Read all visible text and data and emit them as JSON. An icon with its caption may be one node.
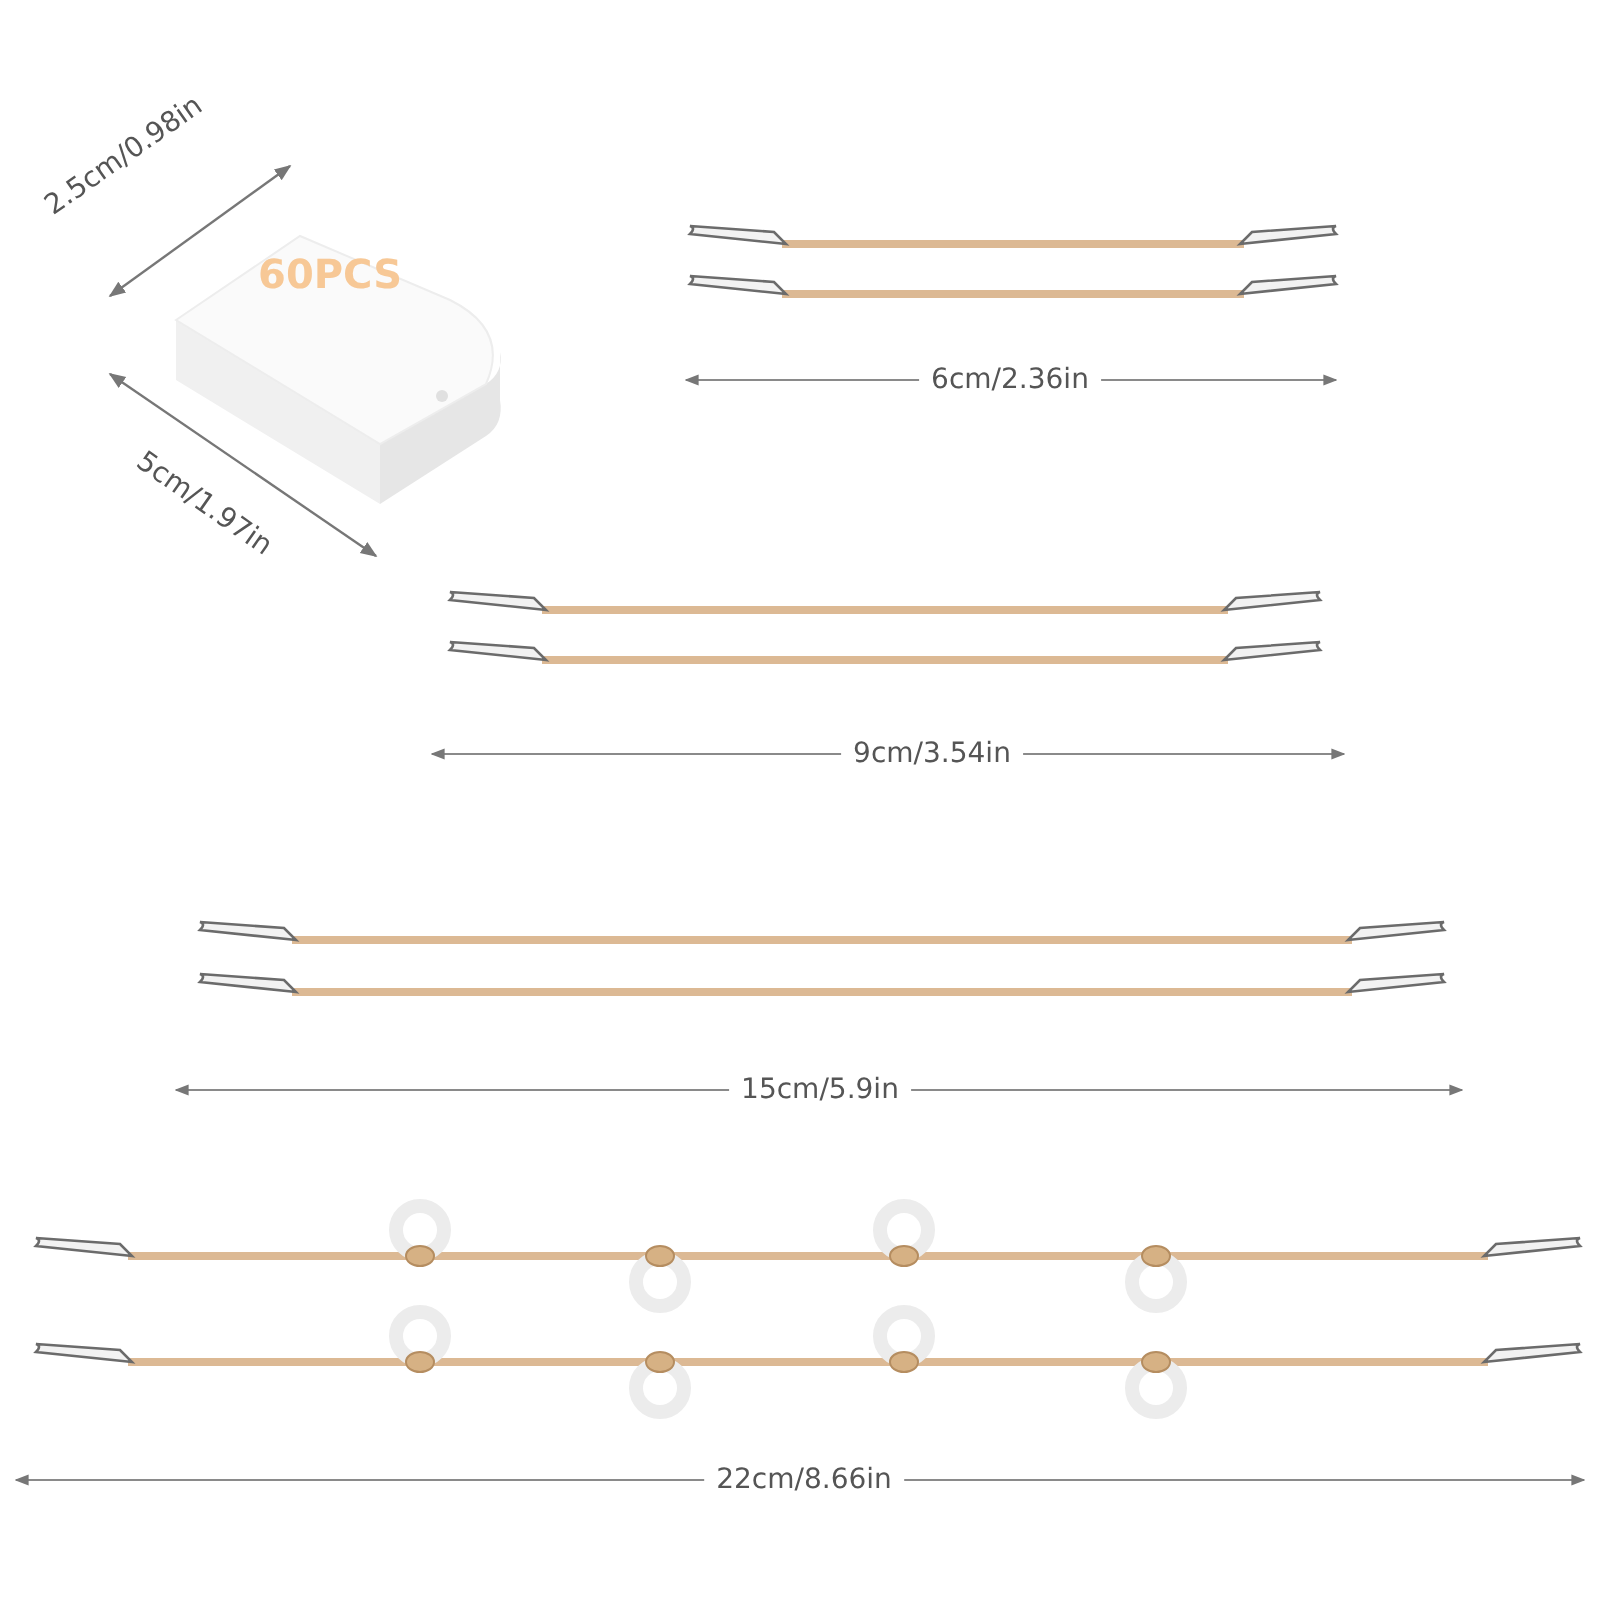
{
  "diagram": {
    "labels": [
      "60PCS",
      "2.5cm/0.98in",
      "5cm/1.97in",
      "6cm/2.36in",
      "9cm/3.54in",
      "15cm/5.9in",
      "22cm/8.66in"
    ]
  }
}
